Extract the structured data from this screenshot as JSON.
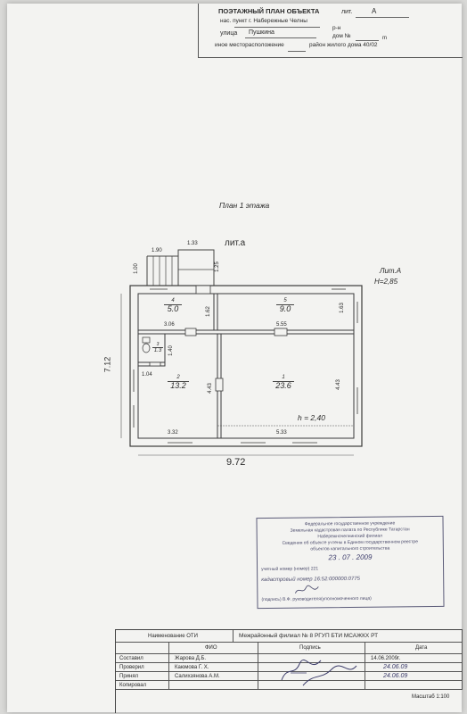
{
  "header": {
    "title": "ПОЭТАЖНЫЙ ПЛАН ОБЪЕКТА",
    "lit_label": "лит.",
    "lit_value": "А",
    "settlement": "нас. пункт г. Набережные Челны",
    "district_label": "р-н",
    "street_label": "улица",
    "street_value": "Пушкина",
    "house_label": "дом №",
    "building_label": "m",
    "location_label": "иное месторасположение",
    "location_value": "район жилого дома 40/02"
  },
  "plan": {
    "title": "План 1 этажа",
    "lit_a": "лит.а",
    "lit_A": "Лит.А",
    "height_total": "Н=2,85",
    "height_room": "h = 2,40",
    "overall_width": "9.72",
    "overall_depth": "7.12",
    "dims": {
      "porch_w": "1.90",
      "porch_w2": "1.33",
      "porch_h1": "1.00",
      "porch_h2": "1.25",
      "r4_w": "3.06",
      "r4_h": "1.62",
      "r5_w": "5.55",
      "r5_h": "1.63",
      "wc_h": "1.40",
      "wc_w": "1.04",
      "r2_h": "4.43",
      "r2_w": "3.32",
      "r1_h": "4.43",
      "r1_w": "5.33"
    },
    "rooms": [
      {
        "number": "4",
        "area": "5.0"
      },
      {
        "number": "5",
        "area": "9.0"
      },
      {
        "number": "3",
        "area": "1.3"
      },
      {
        "number": "2",
        "area": "13.2"
      },
      {
        "number": "1",
        "area": "23.6"
      }
    ]
  },
  "stamp": {
    "lines": [
      "Федеральное государственное учреждение",
      "Земельная кадастровая палата по Республике Татарстан",
      "Набережночелнинский филиал",
      "Сведения об объекте учтены в Едином государственном реестре",
      "объектов капитального строительства",
      "учетный номер (номер) 221",
      "кадастровый номер 16:52:000000:0775",
      "(подпись) В.Ф. руководителя(уполномоченного лица)"
    ],
    "date": "23 . 07 . 2009"
  },
  "title_block": {
    "org_label": "Наименование ОТИ",
    "org_value": "Межрайонный филиал № 8 РГУП БТИ МСАЖКХ РТ",
    "col_fio": "ФИО",
    "col_signature": "Подпись",
    "col_date": "Дата",
    "rows": [
      {
        "role": "Составил",
        "name": "Жарова Д.Б.",
        "date": "14.06.2009г."
      },
      {
        "role": "Проверил",
        "name": "Каюмова Г. Х.",
        "date": "24.06.09"
      },
      {
        "role": "Принял",
        "name": "Салихзянова А.М.",
        "date": "24.06.09"
      },
      {
        "role": "Копировал",
        "name": "",
        "date": ""
      }
    ],
    "scale": "Масштаб 1:100"
  }
}
